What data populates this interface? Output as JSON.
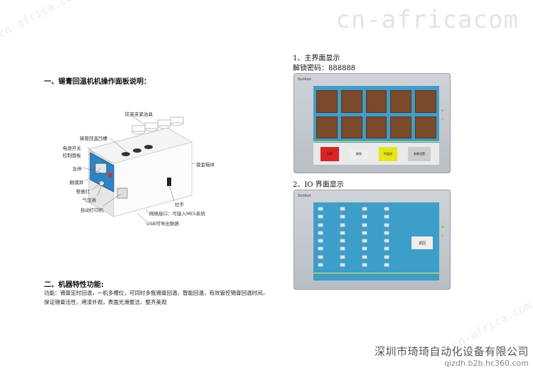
{
  "watermarks": {
    "top": "cn-africacom",
    "left": "cn-africa.com",
    "right": "cn-africa.com"
  },
  "left": {
    "section1_title": "一、锡膏回温机机操作面板说明：",
    "callouts": {
      "fixture": "防呆夹紧治具",
      "slots": "锡膏回温凹槽",
      "power": "电源开关",
      "panel": "控制面板",
      "estop": "急停",
      "touch": "触摸屏",
      "light": "警报灯",
      "gauge": "气压表",
      "printer": "自动打印机",
      "case": "钣金箱体",
      "handle": "拉手",
      "network": "网络接口：可接入MES系统",
      "usb": "USB可导出数据"
    },
    "section2_title": "二、机器特性功能:",
    "features_text": "功能：锡膏定时回温，一机多槽位，可同时多瓶锡膏回温，智能回温，有效管控锡膏回温时间，保证锡膏活性，烤漆外观，表面光滑整洁，整齐美观"
  },
  "right": {
    "caption1": "1、主界面显示",
    "caption2": "解锁密码：888888",
    "caption3": "2、IO 界面显示",
    "brand": "Sunkon",
    "main_buttons": [
      "报警",
      "解锁",
      "IO监控",
      "参数设置"
    ],
    "io_buttons": [
      "返回"
    ]
  },
  "footer": {
    "company": "深圳市琦琦自动化设备有限公司",
    "url": "qizdh.b2b.hc360.com"
  },
  "colors": {
    "screen_blue": "#3d9fc9",
    "alarm_red": "#dd2222",
    "io_yellow": "#e8e41a"
  }
}
